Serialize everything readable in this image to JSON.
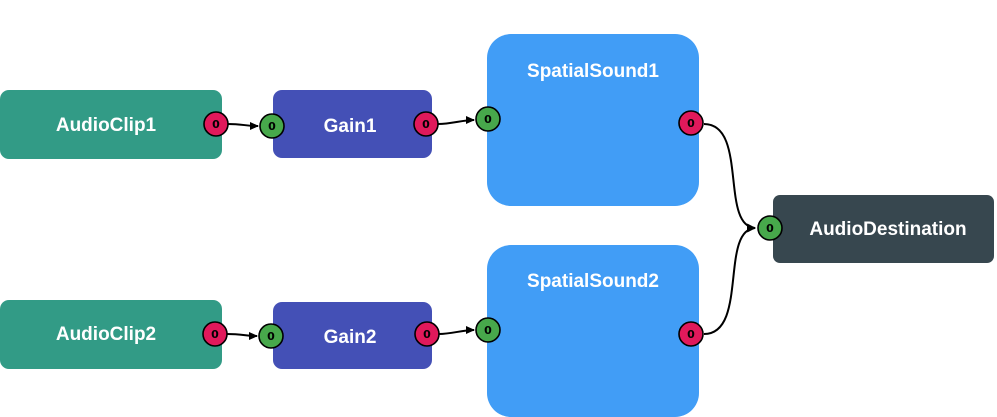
{
  "colors": {
    "audio_clip": "#329b86",
    "gain": "#4450b6",
    "spatial_sound": "#419df6",
    "audio_destination": "#37474f",
    "output_port": "#e0195b",
    "input_port": "#47a84b",
    "edge": "#000000",
    "label": "#ffffff"
  },
  "nodes": {
    "audioclip1": {
      "label": "AudioClip1",
      "type": "audio_clip"
    },
    "gain1": {
      "label": "Gain1",
      "type": "gain"
    },
    "spatialsound1": {
      "label": "SpatialSound1",
      "type": "spatial_sound"
    },
    "audioclip2": {
      "label": "AudioClip2",
      "type": "audio_clip"
    },
    "gain2": {
      "label": "Gain2",
      "type": "gain"
    },
    "spatialsound2": {
      "label": "SpatialSound2",
      "type": "spatial_sound"
    },
    "audiodestination": {
      "label": "AudioDestination",
      "type": "audio_destination"
    }
  },
  "ports": {
    "audioclip1_out": "0",
    "gain1_in": "0",
    "gain1_out": "0",
    "spatialsound1_in": "0",
    "spatialsound1_out": "0",
    "audioclip2_out": "0",
    "gain2_in": "0",
    "gain2_out": "0",
    "spatialsound2_in": "0",
    "spatialsound2_out": "0",
    "audiodestination_in": "0"
  },
  "edges": [
    {
      "from": "audioclip1",
      "to": "gain1"
    },
    {
      "from": "gain1",
      "to": "spatialsound1"
    },
    {
      "from": "audioclip2",
      "to": "gain2"
    },
    {
      "from": "gain2",
      "to": "spatialsound2"
    },
    {
      "from": "spatialsound1",
      "to": "audiodestination"
    },
    {
      "from": "spatialsound2",
      "to": "audiodestination"
    }
  ]
}
